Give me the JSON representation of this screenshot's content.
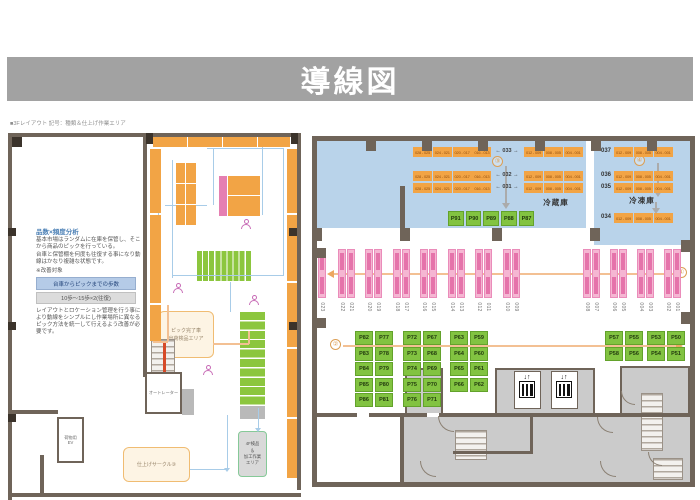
{
  "title": "導線図",
  "caption": "■3Fレイアウト 記号：種類＆仕上げ作業エリア",
  "colors": {
    "banner": "#a2a2a2",
    "wall": "#6f6459",
    "orange": "#f2a445",
    "pink": "#e57fb2",
    "green": "#82c341",
    "cold_area_blue": "#b9d3ea",
    "flow_orange": "#f3c093",
    "flow_blue": "#a8cce8",
    "red_arrow": "#d64a28"
  },
  "left_panel": {
    "analysis": {
      "heading": "品数×頻度分析",
      "body1": "基本市場はランダムに在庫を保管し、そこから商品のピックを行っている。",
      "body2": "台車と保管棚を何度も往復する事になり動線はかなり複雑な状態です。",
      "note": "※改善対象",
      "steps_label": "台車からピックまでの歩数",
      "steps_value": "10歩～15歩×2(往復)",
      "paragraph": "レイアウトとロケーション管理を行う事により動線をシンプルにし作業場所に異なるピック方法を統一して行えるよう改善が必要です。"
    },
    "pick_done_area": {
      "line1": "ピック完了車",
      "line2": "出荷検品エリア"
    },
    "autorator_label": "オートレーター",
    "cargo_elevator": {
      "line1": "荷物用",
      "line2": "EV"
    },
    "finish_circle_label": "仕上げサークル③",
    "inspection_area_lines": [
      "4F検品",
      "＆",
      "加工作業",
      "エリア"
    ]
  },
  "right_panel": {
    "refrigerator": {
      "label": "冷蔵庫",
      "left_bar_segments": [
        "028 - 025",
        "024 - 021",
        "020 - 017",
        "016 - 013"
      ],
      "right_bar_segments": [
        "012 - 009",
        "008 - 005",
        "004 - 001"
      ],
      "aisle_labels": [
        "← 033 →",
        "← 032 →",
        "← 031 →"
      ],
      "circle": "③",
      "pallet_cells": [
        "P91",
        "P90",
        "P89",
        "P88",
        "P87"
      ]
    },
    "freezer": {
      "label": "冷凍庫",
      "circle": "④",
      "row_numbers": [
        "037",
        "036",
        "035",
        "034"
      ],
      "bar_segments": [
        "012 - 009",
        "008 - 005",
        "004 - 001"
      ]
    },
    "rack_rows": {
      "circle": "①",
      "groups": [
        [
          "023"
        ],
        [
          "022",
          "021"
        ],
        [
          "020",
          "019"
        ],
        [
          "018",
          "017"
        ],
        [
          "016",
          "015"
        ],
        [
          "014",
          "013"
        ],
        [
          "012",
          "011"
        ],
        [
          "010",
          "009"
        ],
        [
          "008",
          "007"
        ],
        [
          "006",
          "005"
        ],
        [
          "004",
          "003"
        ],
        [
          "002",
          "001"
        ]
      ]
    },
    "pick_area": {
      "circle": "②",
      "groups": [
        {
          "rows": [
            [
              "P82",
              "P77"
            ],
            [
              "P83",
              "P78"
            ],
            [
              "P84",
              "P79"
            ],
            [
              "P85",
              "P80"
            ],
            [
              "P86",
              "P81"
            ]
          ]
        },
        {
          "rows": [
            [
              "P72",
              "P67"
            ],
            [
              "P73",
              "P68"
            ],
            [
              "P74",
              "P69"
            ],
            [
              "P75",
              "P70"
            ],
            [
              "P76",
              "P71"
            ]
          ]
        },
        {
          "rows": [
            [
              "P63",
              "P59"
            ],
            [
              "P64",
              "P60"
            ],
            [
              "P65",
              "P61"
            ],
            [
              "P66",
              "P62"
            ]
          ]
        },
        {
          "rows": [
            [
              "P57",
              "P55"
            ],
            [
              "P58",
              "P56"
            ]
          ]
        },
        {
          "rows": [
            [
              "P53",
              "P50"
            ],
            [
              "P54",
              "P51"
            ]
          ]
        }
      ]
    }
  }
}
